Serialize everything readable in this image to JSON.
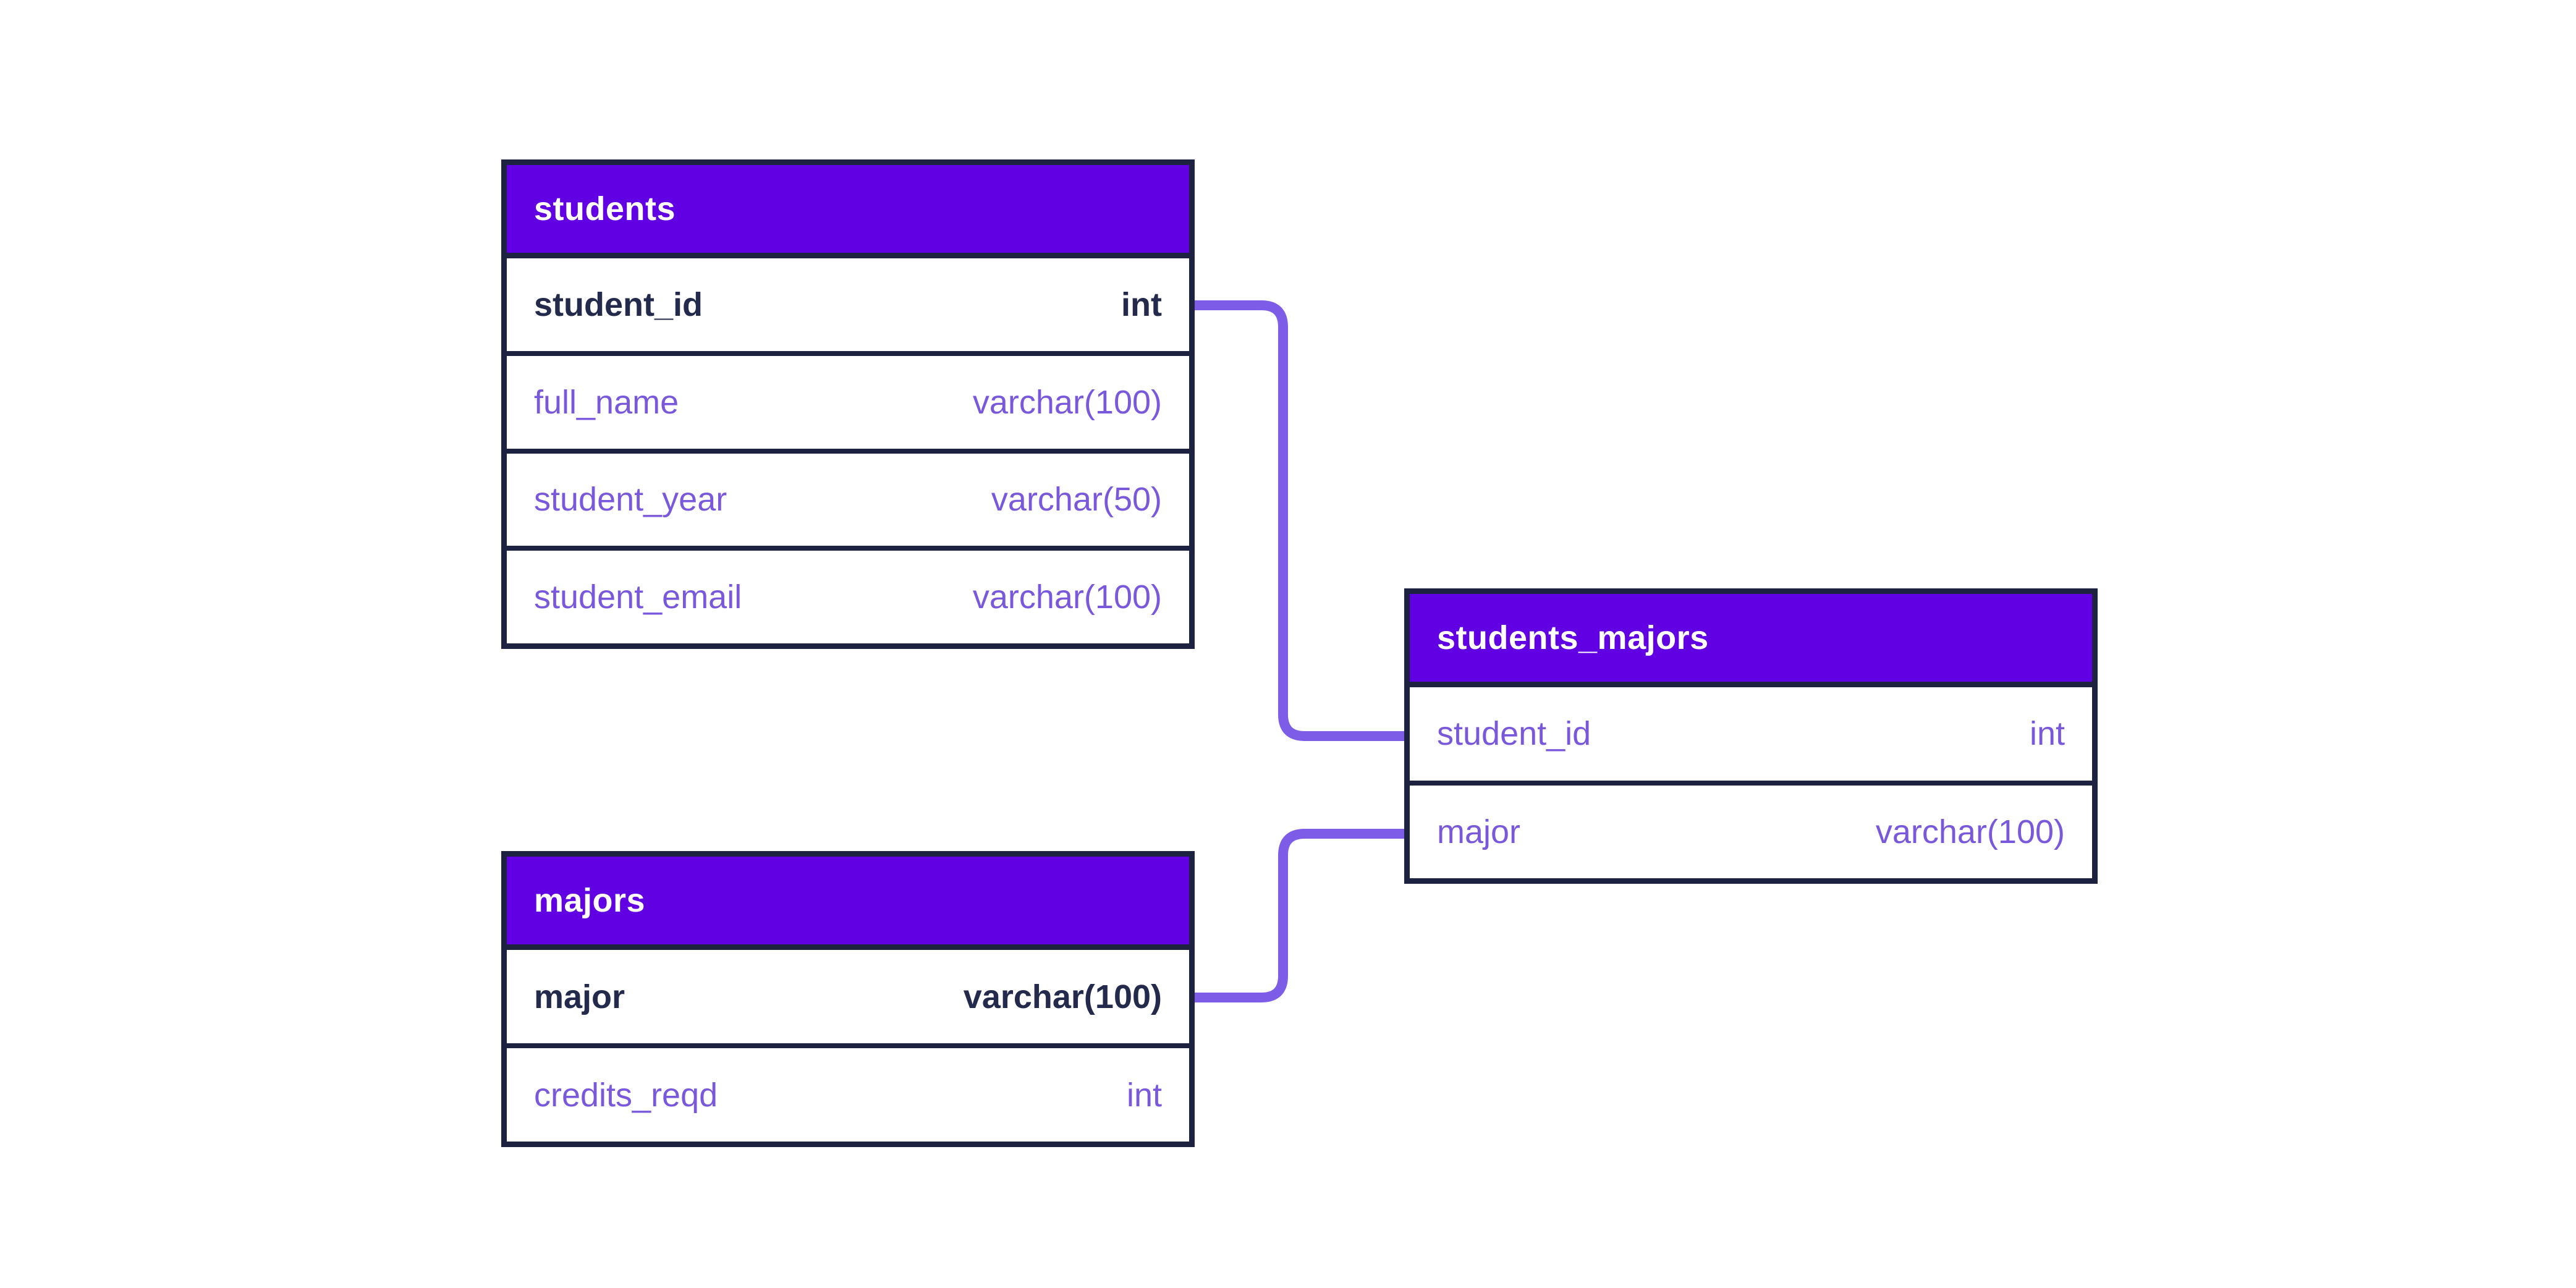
{
  "diagram": {
    "tables": [
      {
        "name": "students",
        "columns": [
          {
            "name": "student_id",
            "type": "int",
            "primary_key": true
          },
          {
            "name": "full_name",
            "type": "varchar(100)",
            "primary_key": false
          },
          {
            "name": "student_year",
            "type": "varchar(50)",
            "primary_key": false
          },
          {
            "name": "student_email",
            "type": "varchar(100)",
            "primary_key": false
          }
        ]
      },
      {
        "name": "students_majors",
        "columns": [
          {
            "name": "student_id",
            "type": "int",
            "primary_key": false
          },
          {
            "name": "major",
            "type": "varchar(100)",
            "primary_key": false
          }
        ]
      },
      {
        "name": "majors",
        "columns": [
          {
            "name": "major",
            "type": "varchar(100)",
            "primary_key": true
          },
          {
            "name": "credits_reqd",
            "type": "int",
            "primary_key": false
          }
        ]
      }
    ],
    "relationships": [
      {
        "from": "students.student_id",
        "to": "students_majors.student_id"
      },
      {
        "from": "majors.major",
        "to": "students_majors.major"
      }
    ],
    "colors": {
      "header_bg": "#6100E2",
      "header_text": "#FFFFFF",
      "key_text": "#232A4B",
      "column_text": "#7A58DC",
      "border": "#1C2240",
      "connector": "#7D5CE8",
      "background": "#FFFFFF"
    }
  }
}
